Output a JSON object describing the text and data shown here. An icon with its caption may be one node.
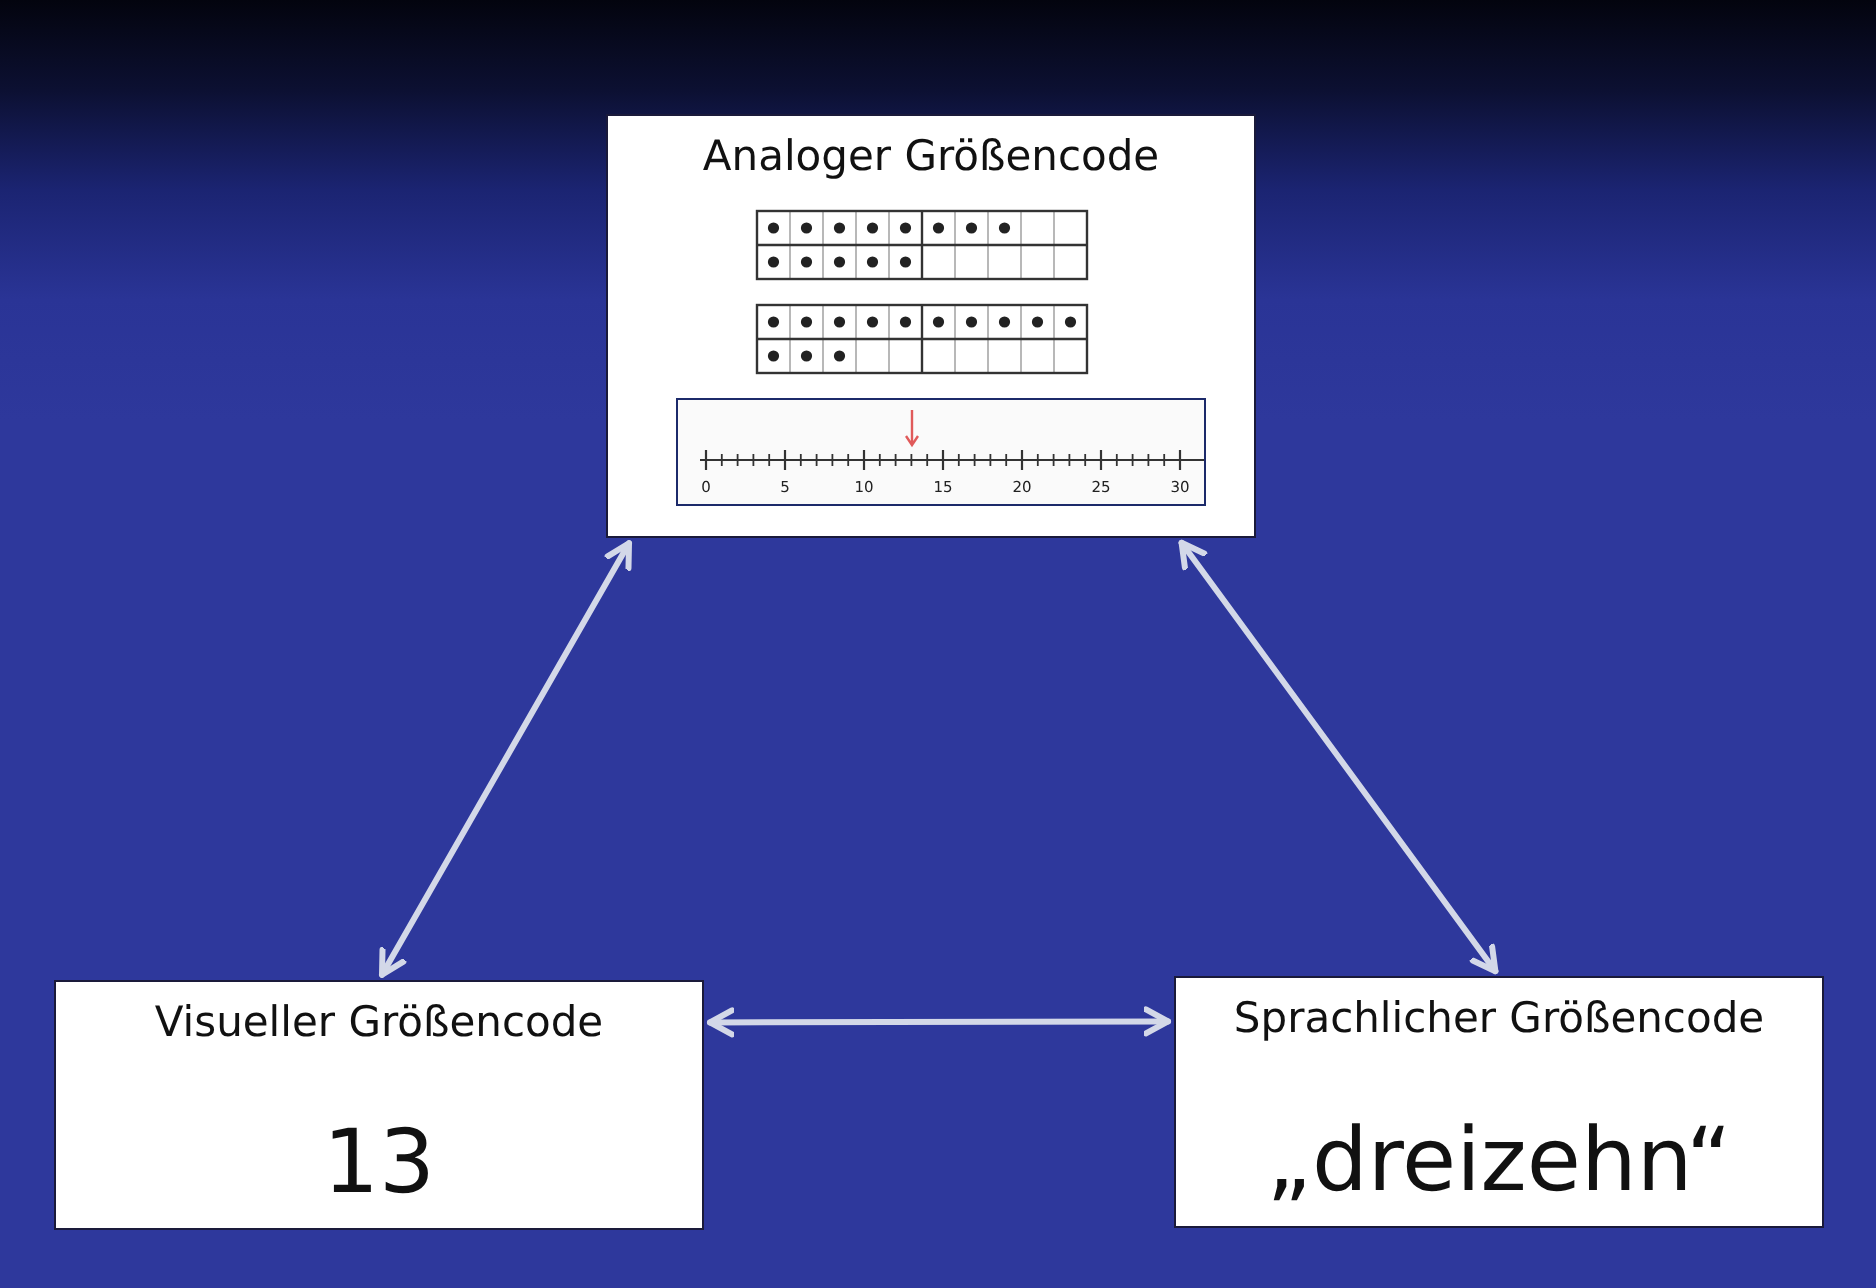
{
  "diagram": {
    "nodes": [
      {
        "text": [
          "Analoger Größencode"
        ]
      },
      {
        "text": [
          "Visueller Größencode",
          "13"
        ]
      },
      {
        "text": [
          "Sprachlicher Größencode",
          "„dreizehn“"
        ]
      }
    ],
    "edges": [
      {
        "from": 0,
        "to": 1,
        "arrow": "both"
      },
      {
        "from": 0,
        "to": 2,
        "arrow": "both"
      },
      {
        "from": 1,
        "to": 2,
        "arrow": "both"
      }
    ],
    "labels": [
      "0",
      "5",
      "10",
      "15",
      "20",
      "25",
      "30"
    ]
  }
}
